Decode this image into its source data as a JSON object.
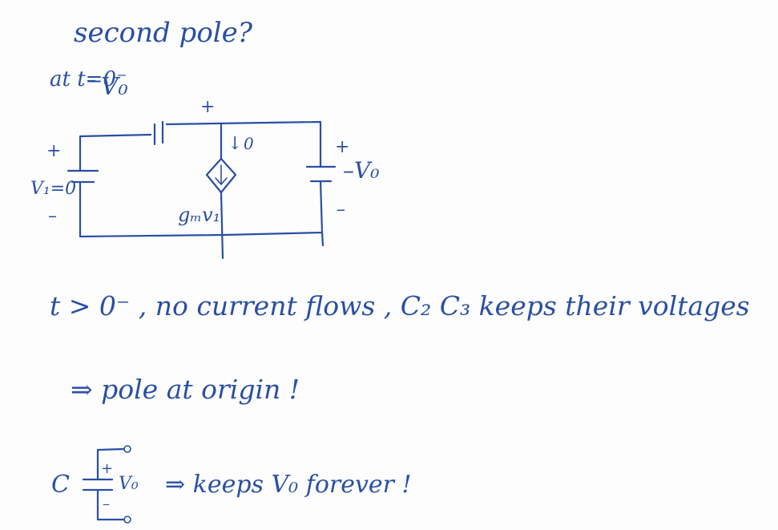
{
  "notes": {
    "title": "second pole?",
    "condition": "at t=0⁻",
    "line_current": "t > 0⁻ , no current flows ,  C₂ C₃ keeps their voltages",
    "line_pole": "⇒  pole at origin !",
    "line_cap_label": "C",
    "line_cap_text": "⇒  keeps V₀ forever !"
  },
  "circuit": {
    "cap_top_minus": "–",
    "cap_top_voltage": "V₀",
    "cap_top_plus": "+",
    "left_plus": "+",
    "left_source": "V₁=0",
    "left_minus": "–",
    "current_arrow": "↓",
    "current_value": "0",
    "dependent_source": "gₘv₁",
    "right_plus": "+",
    "right_voltage": "–V₀",
    "right_minus": "–"
  },
  "cap_symbol": {
    "plus": "+",
    "voltage": "V₀",
    "minus": "–"
  },
  "colors": {
    "ink": "#2a4fa3",
    "paper": "#fdfdfd"
  }
}
